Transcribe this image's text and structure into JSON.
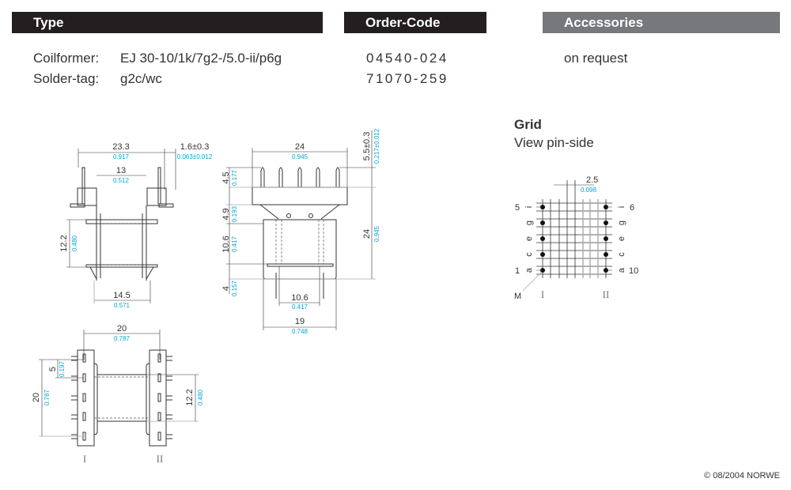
{
  "header": {
    "type": "Type",
    "order_code": "Order-Code",
    "accessories": "Accessories"
  },
  "rows": [
    {
      "label": "Coilformer:",
      "value": "EJ 30-10/1k/7g2-/5.0-ii/p6g",
      "code": "04540-024"
    },
    {
      "label": "Solder-tag:",
      "value": "g2c/wc",
      "code": "71070-259"
    }
  ],
  "accessories_value": "on request",
  "grid": {
    "title": "Grid",
    "subtitle": "View pin-side",
    "pitch": "2.5",
    "pitch_in": "0.098",
    "pin_labels": {
      "p5": "5",
      "p1": "1",
      "p6": "6",
      "p10": "10"
    },
    "letters": [
      "i",
      "g",
      "e",
      "c",
      "a"
    ],
    "marker": "M",
    "side1": "I",
    "side2": "II"
  },
  "side_view": {
    "w_total": "23.3",
    "w_total_in": "0.917",
    "tag": "1.6±0.3",
    "tag_in": "0.063±0.012",
    "w_inner": "13",
    "w_inner_in": "0.512",
    "h_core": "12.2",
    "h_core_in": "0.480",
    "w_bottom": "14.5",
    "w_bottom_in": "0.571"
  },
  "front_view": {
    "w_top": "24",
    "w_top_in": "0.945",
    "pin_len": "5.5±0.3",
    "pin_len_in": "0.217±0.012",
    "h_total": "24",
    "h_total_in": "0.945",
    "h1": "4.5",
    "h1_in": "0.177",
    "h2": "4.9",
    "h2_in": "0.193",
    "h3": "10.6",
    "h3_in": "0.417",
    "h4": "4",
    "h4_in": "0.157",
    "w_inner": "10.6",
    "w_inner_in": "0.417",
    "w_body": "19",
    "w_body_in": "0.748"
  },
  "bottom_view": {
    "w": "20",
    "w_in": "0.787",
    "pitch": "5",
    "pitch_in": "0.197",
    "h": "20",
    "h_in": "0.787",
    "core": "12.2",
    "core_in": "0.480",
    "side1": "I",
    "side2": "II"
  },
  "footer": {
    "copyright": "© 08/2004 NORWE"
  }
}
